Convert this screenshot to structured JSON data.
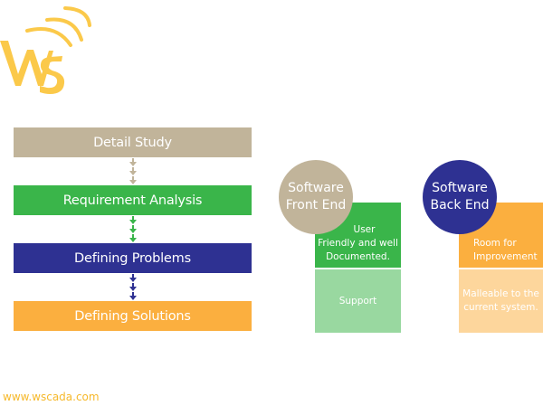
{
  "brand": {
    "logo_text": "WS",
    "logo_icon": "wifi-signal-logo",
    "website": "www.wscada.com",
    "color": "#fbc94a"
  },
  "process_steps": [
    {
      "label": "Detail Study",
      "color": "#c1b49a"
    },
    {
      "label": "Requirement Analysis",
      "color": "#3ab54a"
    },
    {
      "label": "Defining Problems",
      "color": "#2e3192"
    },
    {
      "label": "Defining Solutions",
      "color": "#fbaf3f"
    }
  ],
  "connectors": [
    {
      "from": "Detail Study",
      "to": "Requirement Analysis",
      "color": "#c1b49a",
      "arrows": 3
    },
    {
      "from": "Requirement Analysis",
      "to": "Defining Problems",
      "color": "#3ab54a",
      "arrows": 3
    },
    {
      "from": "Defining Problems",
      "to": "Defining Solutions",
      "color": "#2e3192",
      "arrows": 3
    }
  ],
  "panels": {
    "front_end": {
      "title": "Software Front End",
      "title_line1": "Software",
      "title_line2": "Front End",
      "circle_color": "#c1b49a",
      "card1_line1": "User",
      "card1_line2": "Friendly and well",
      "card1_line3": "Documented.",
      "card1_color": "#3ab54a",
      "card2": "Support",
      "card2_color": "#99d8a0"
    },
    "back_end": {
      "title": "Software Back End",
      "title_line1": "Software",
      "title_line2": "Back End",
      "circle_color": "#2e3192",
      "card1_line1": "Room for",
      "card1_line2": "Improvement",
      "card1_color": "#fbaf3f",
      "card2_line1": "Malleable to the",
      "card2_line2": "current system.",
      "card2_color": "#fdd69c"
    }
  }
}
